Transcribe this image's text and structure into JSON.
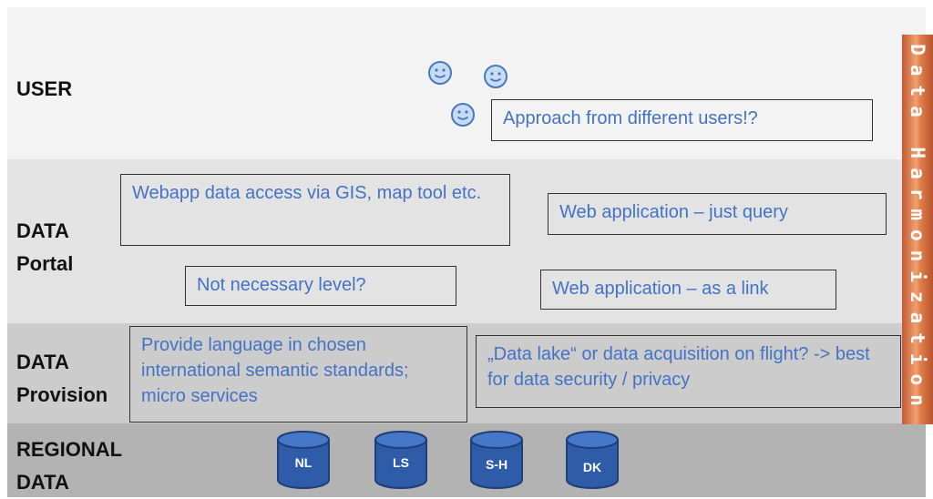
{
  "layers": {
    "user": "USER",
    "portal_line1": "DATA",
    "portal_line2": "Portal",
    "provision_line1": "DATA",
    "provision_line2": "Provision",
    "regional_line1": "REGIONAL",
    "regional_line2": "DATA"
  },
  "boxes": {
    "users_approach": "Approach from different users!?",
    "webapp_gis": "Webapp data access via GIS, map tool etc.",
    "web_query": "Web application – just query",
    "not_necessary": "Not necessary level?",
    "web_link": "Web application – as a link",
    "provide_language": "Provide language in chosen international semantic standards; micro services",
    "data_lake": "„Data lake“ or data acquisition on flight? -> best for data security / privacy"
  },
  "databases": [
    "NL",
    "LS",
    "S-H",
    "DK"
  ],
  "side_bar": "Data Harmonization",
  "colors": {
    "box_text": "#4472c4",
    "database_fill": "#2e5ca8",
    "bar_accent": "#d8693a",
    "smiley_fill": "#c7dcf2"
  },
  "icons": [
    "smiley-icon",
    "database-icon"
  ]
}
